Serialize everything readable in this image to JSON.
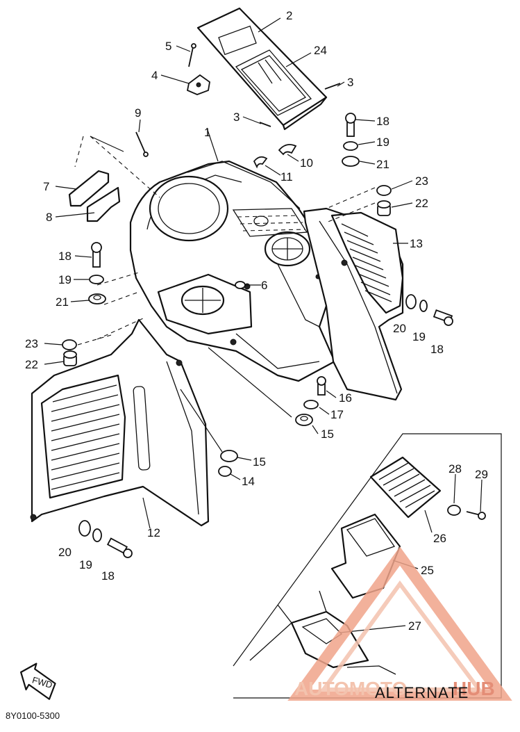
{
  "callouts": [
    "1",
    "2",
    "3",
    "3",
    "4",
    "5",
    "6",
    "7",
    "8",
    "9",
    "10",
    "11",
    "12",
    "13",
    "14",
    "15",
    "15",
    "16",
    "17",
    "18",
    "18",
    "18",
    "18",
    "19",
    "19",
    "19",
    "19",
    "20",
    "20",
    "21",
    "21",
    "22",
    "22",
    "23",
    "23",
    "24",
    "25",
    "26",
    "27",
    "28",
    "29"
  ],
  "alternate_label": "ALTERNATE",
  "fwd_label": "FWD",
  "diagram_code": "8Y0100-5300",
  "watermark": {
    "part1": "AUTOMOTO",
    "part2": "HUB",
    "color_main": "#f2b9a0",
    "color_accent": "#e07a5f"
  }
}
